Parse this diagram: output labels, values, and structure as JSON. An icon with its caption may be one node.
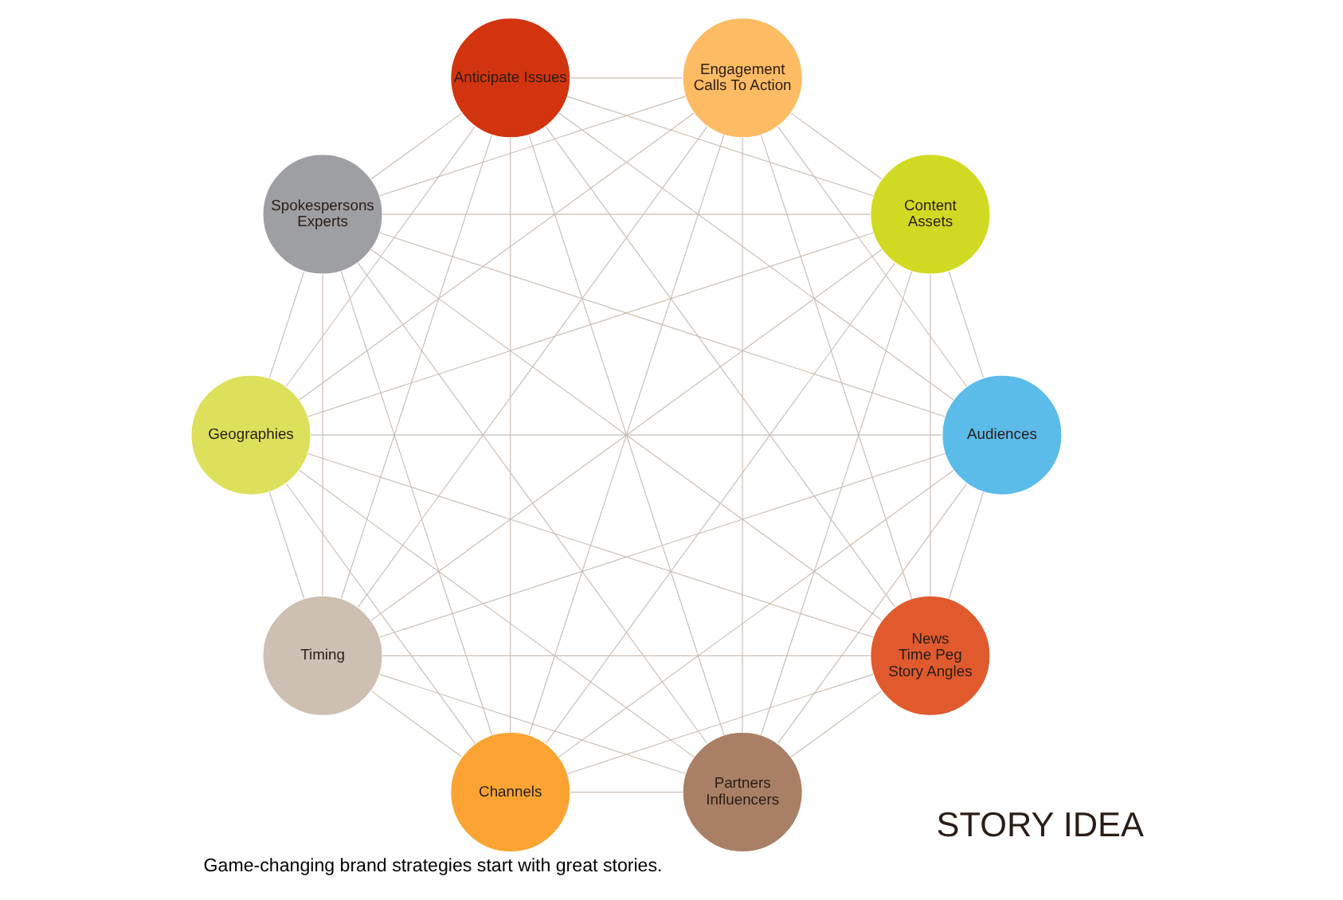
{
  "diagram": {
    "caption": "Game-changing brand strategies start with great stories.",
    "nodes": [
      {
        "text": [
          "News",
          "Time Peg",
          "Story Angles"
        ]
      },
      {
        "text": [
          "Audiences"
        ]
      },
      {
        "text": [
          "Channels"
        ]
      },
      {
        "text": [
          "Timing"
        ]
      },
      {
        "text": [
          "Geographies"
        ]
      },
      {
        "text": [
          "Spokespersons",
          "Experts"
        ]
      },
      {
        "text": [
          "Anticipate Issues"
        ]
      },
      {
        "text": [
          "Engagement",
          "Calls To Action"
        ]
      },
      {
        "text": [
          "Content",
          "Assets"
        ]
      },
      {
        "text": [
          "Partners",
          "Influencers"
        ]
      }
    ],
    "edges": [
      {
        "from": 0,
        "to": 1,
        "arrow": "none"
      },
      {
        "from": 0,
        "to": 2,
        "arrow": "none"
      },
      {
        "from": 0,
        "to": 3,
        "arrow": "none"
      },
      {
        "from": 0,
        "to": 4,
        "arrow": "none"
      },
      {
        "from": 0,
        "to": 5,
        "arrow": "none"
      },
      {
        "from": 0,
        "to": 6,
        "arrow": "none"
      },
      {
        "from": 0,
        "to": 7,
        "arrow": "none"
      },
      {
        "from": 0,
        "to": 8,
        "arrow": "none"
      },
      {
        "from": 0,
        "to": 9,
        "arrow": "none"
      },
      {
        "from": 1,
        "to": 2,
        "arrow": "none"
      },
      {
        "from": 1,
        "to": 3,
        "arrow": "none"
      },
      {
        "from": 1,
        "to": 4,
        "arrow": "none"
      },
      {
        "from": 1,
        "to": 5,
        "arrow": "none"
      },
      {
        "from": 1,
        "to": 6,
        "arrow": "none"
      },
      {
        "from": 1,
        "to": 7,
        "arrow": "none"
      },
      {
        "from": 1,
        "to": 8,
        "arrow": "none"
      },
      {
        "from": 1,
        "to": 9,
        "arrow": "none"
      },
      {
        "from": 2,
        "to": 3,
        "arrow": "none"
      },
      {
        "from": 2,
        "to": 4,
        "arrow": "none"
      },
      {
        "from": 2,
        "to": 5,
        "arrow": "none"
      },
      {
        "from": 2,
        "to": 6,
        "arrow": "none"
      },
      {
        "from": 2,
        "to": 7,
        "arrow": "none"
      },
      {
        "from": 2,
        "to": 8,
        "arrow": "none"
      },
      {
        "from": 2,
        "to": 9,
        "arrow": "none"
      },
      {
        "from": 3,
        "to": 4,
        "arrow": "none"
      },
      {
        "from": 3,
        "to": 5,
        "arrow": "none"
      },
      {
        "from": 3,
        "to": 6,
        "arrow": "none"
      },
      {
        "from": 3,
        "to": 7,
        "arrow": "none"
      },
      {
        "from": 3,
        "to": 8,
        "arrow": "none"
      },
      {
        "from": 3,
        "to": 9,
        "arrow": "none"
      },
      {
        "from": 4,
        "to": 5,
        "arrow": "none"
      },
      {
        "from": 4,
        "to": 6,
        "arrow": "none"
      },
      {
        "from": 4,
        "to": 7,
        "arrow": "none"
      },
      {
        "from": 4,
        "to": 8,
        "arrow": "none"
      },
      {
        "from": 4,
        "to": 9,
        "arrow": "none"
      },
      {
        "from": 5,
        "to": 6,
        "arrow": "none"
      },
      {
        "from": 5,
        "to": 7,
        "arrow": "none"
      },
      {
        "from": 5,
        "to": 8,
        "arrow": "none"
      },
      {
        "from": 5,
        "to": 9,
        "arrow": "none"
      },
      {
        "from": 6,
        "to": 7,
        "arrow": "none"
      },
      {
        "from": 6,
        "to": 8,
        "arrow": "none"
      },
      {
        "from": 6,
        "to": 9,
        "arrow": "none"
      },
      {
        "from": 7,
        "to": 8,
        "arrow": "none"
      },
      {
        "from": 7,
        "to": 9,
        "arrow": "none"
      },
      {
        "from": 8,
        "to": 9,
        "arrow": "none"
      }
    ],
    "labels": [
      "STORY IDEA"
    ]
  }
}
